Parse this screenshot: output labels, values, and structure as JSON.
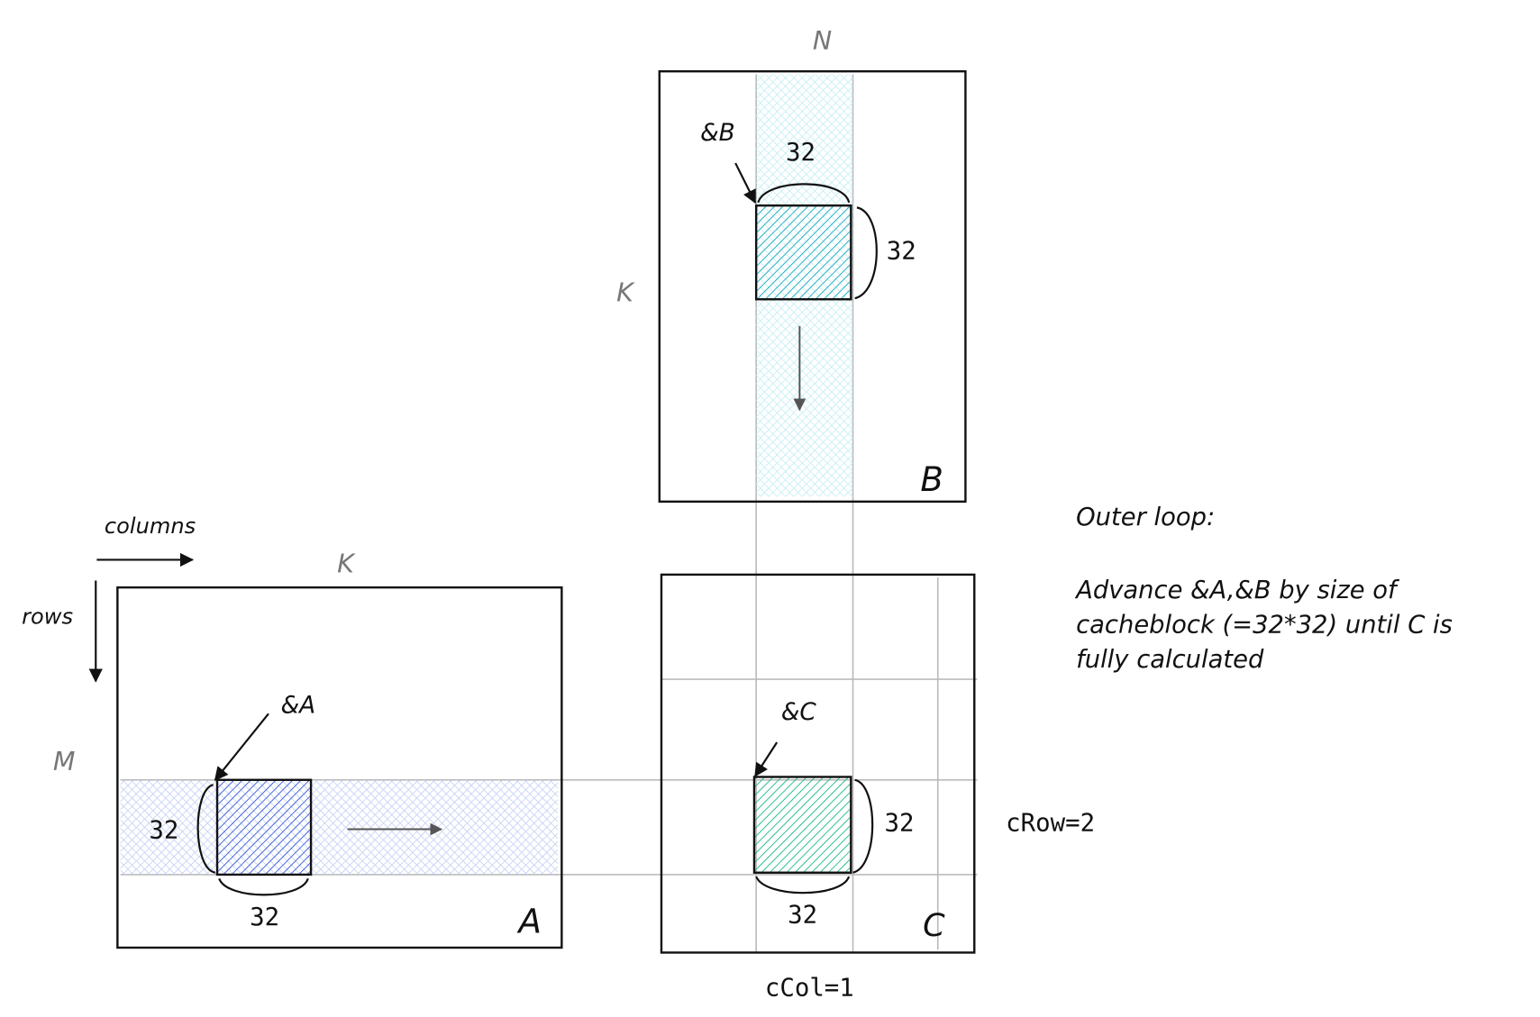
{
  "matrix_b": {
    "name": "B",
    "top_label": "N",
    "side_label": "K",
    "pointer": "&B",
    "block_width": "32",
    "block_height": "32"
  },
  "matrix_a": {
    "name": "A",
    "top_label": "K",
    "side_label": "M",
    "pointer": "&A",
    "block_width": "32",
    "block_height": "32",
    "columns_label": "columns",
    "rows_label": "rows"
  },
  "matrix_c": {
    "name": "C",
    "pointer": "&C",
    "block_width": "32",
    "block_height": "32",
    "row_index": "cRow=2",
    "col_index": "cCol=1"
  },
  "note": {
    "title": "Outer loop:",
    "lines": [
      "Advance &A,&B by size of",
      "cacheblock (=32*32) until C is",
      "fully calculated"
    ]
  },
  "colors": {
    "b_block": "#15aabf",
    "b_strip": "#a5e3ee",
    "a_block": "#3b5bdb",
    "a_strip": "#a9b8f0",
    "c_block": "#12b886",
    "guide": "#bbbbbb"
  }
}
